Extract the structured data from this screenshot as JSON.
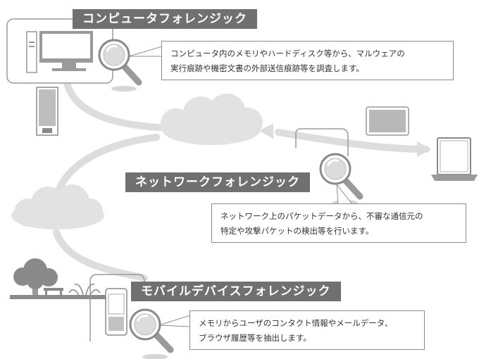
{
  "sections": [
    {
      "key": "computer",
      "title": "コンピュータフォレンジック",
      "description": [
        "コンピュータ内のメモリやハードディスク等から、マルウェアの",
        "実行痕跡や機密文書の外部送信痕跡等を調査します。"
      ]
    },
    {
      "key": "network",
      "title": "ネットワークフォレンジック",
      "description": [
        "ネットワーク上のパケットデータから、不審な通信元の",
        "特定や攻撃パケットの検出等を行います。"
      ]
    },
    {
      "key": "mobile",
      "title": "モバイルデバイスフォレンジック",
      "description": [
        "メモリからユーザのコンタクト情報やメールデータ、",
        "ブラウザ履歴等を抽出します。"
      ]
    }
  ],
  "icons": [
    "desktop-computer-icon",
    "magnifier-icon",
    "server-icon",
    "cloud-icon",
    "keyboard-icon",
    "laptop-icon",
    "smartphone-icon",
    "tree-icon",
    "bench-icon"
  ],
  "colors": {
    "label_background": "#707070",
    "label_text": "#ffffff",
    "path": "#dddddd",
    "cloud": "#e2e2e2",
    "device": "#9a9a9a",
    "callout_border": "#8c8c8c"
  }
}
